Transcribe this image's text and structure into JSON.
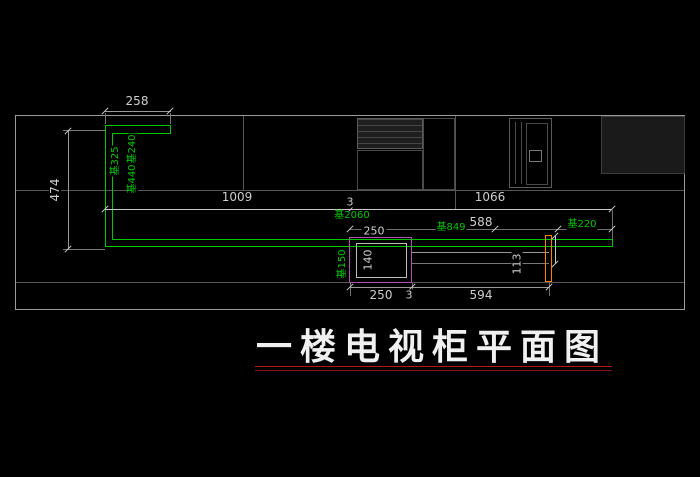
{
  "title": {
    "text": "一楼电视柜平面图"
  },
  "colors": {
    "background": "#000000",
    "wall_green": "#00c800",
    "cabinet_magenta": "#b44fb4",
    "highlight_orange": "#ff7f00",
    "dim_text": "#cdcdcd",
    "title_text": "#f0f0f0",
    "title_underline": "#b31414"
  },
  "dims": {
    "top_width": "258",
    "left_height": "474",
    "base_240": "基240",
    "base_325": "基325",
    "base_440": "基440",
    "span_left": "1009",
    "gap_top": "3",
    "span_right": "1066",
    "base_2060": "基2060",
    "span_588": "588",
    "base_849": "基849",
    "base_220": "基220",
    "box_width_top": "250",
    "base_150": "基150",
    "box_depth": "140",
    "cabinet_depth": "113",
    "box_width_bottom": "250",
    "gap_bottom": "3",
    "cabinet_width": "594"
  }
}
